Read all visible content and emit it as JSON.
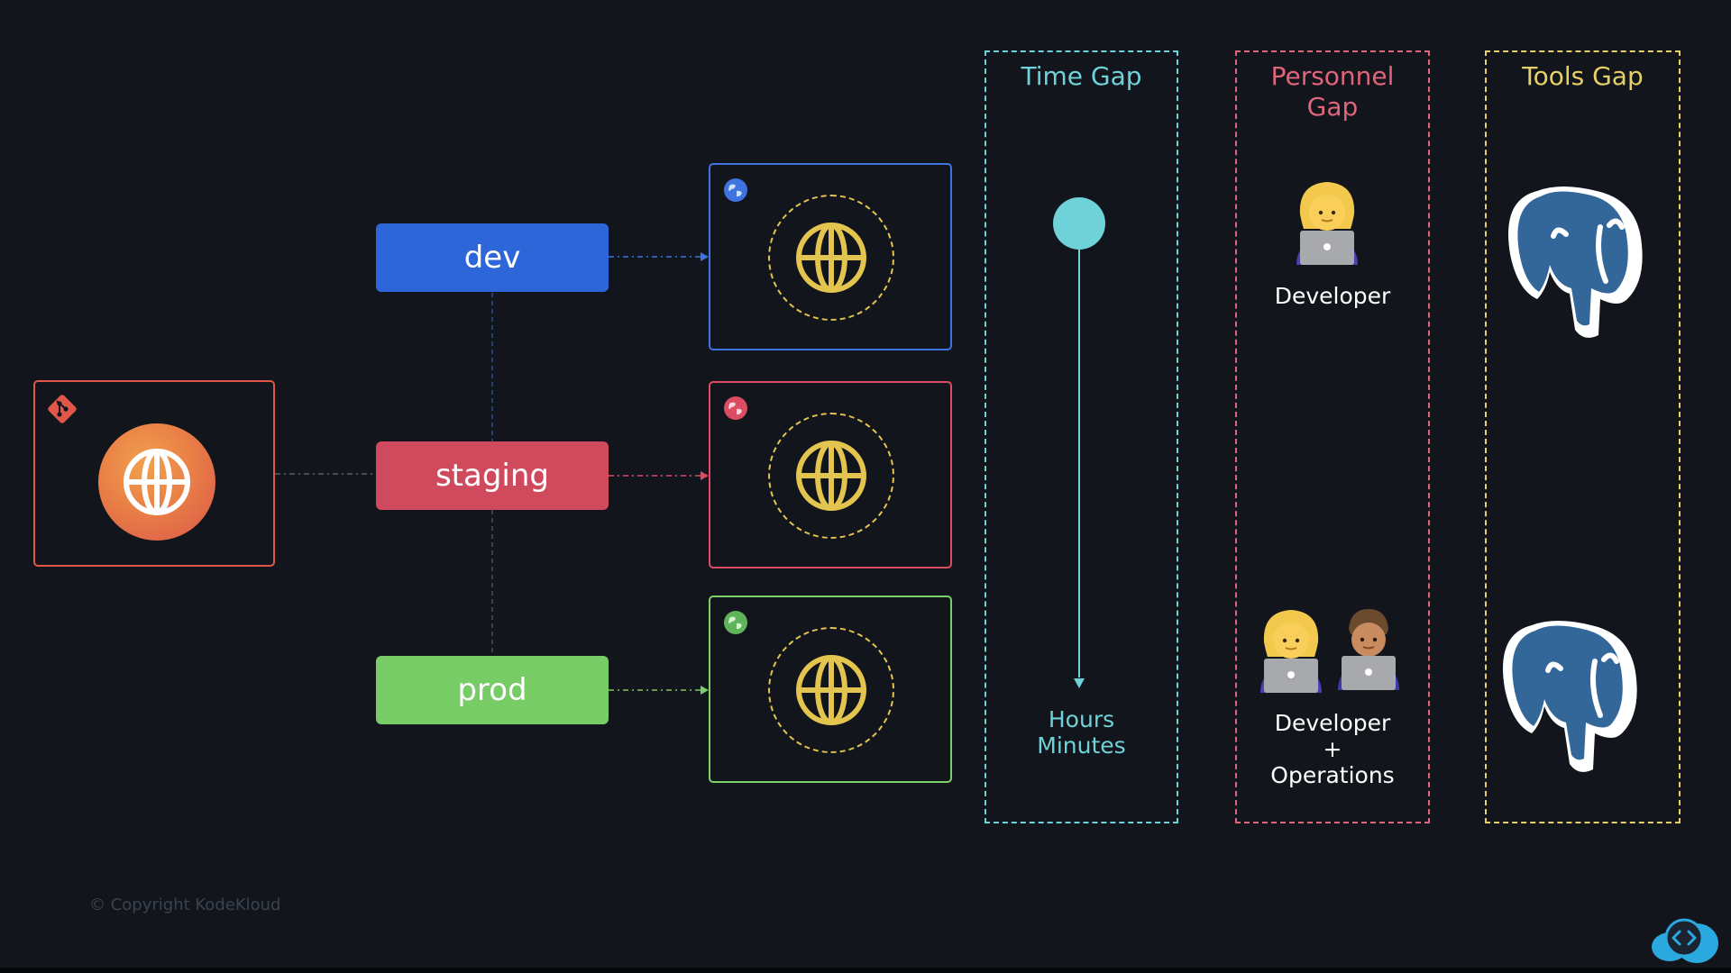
{
  "source": {
    "git_icon": "git-icon",
    "globe_icon": "globe-icon",
    "accent": "#e0574a"
  },
  "environments": [
    {
      "label": "dev",
      "color": "#2d66d9",
      "border": "#3f73e0"
    },
    {
      "label": "staging",
      "color": "#d04a5e",
      "border": "#dc4d64"
    },
    {
      "label": "prod",
      "color": "#77cc66",
      "border": "#7ccf6a"
    }
  ],
  "panels": {
    "time": {
      "title": "Time Gap",
      "color": "#6fd2d8",
      "label_line1": "Hours",
      "label_line2": "Minutes"
    },
    "personnel": {
      "title": "Personnel\nGap",
      "color": "#e0647a",
      "top_label": "Developer",
      "bottom_line1": "Developer",
      "bottom_line2": "+",
      "bottom_line3": "Operations"
    },
    "tools": {
      "title": "Tools Gap",
      "color": "#e6d06a",
      "icon": "postgresql-elephant-icon"
    }
  },
  "copyright": "© Copyright KodeKloud",
  "colors": {
    "background": "#12151b",
    "globe_gold": "#e3c44e"
  }
}
